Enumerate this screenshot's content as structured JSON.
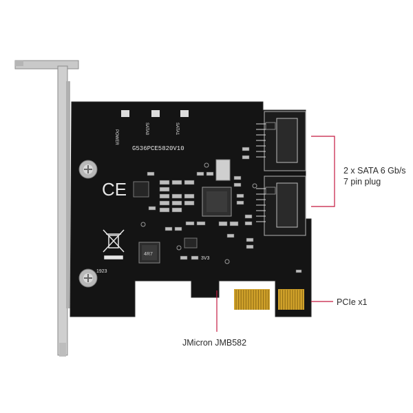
{
  "board": {
    "model_text": "G536PCE5820V10",
    "led_labels": [
      "POWER",
      "SATA0",
      "SATA1"
    ],
    "ce_mark": "CE",
    "date_code": "1923",
    "inductor_code": "4R7",
    "rail_label": "3V3",
    "colors": {
      "pcb": "#141414",
      "gold": "#d4a52a",
      "bracket": "#c8c8c8",
      "silkscreen": "#e6e6e6",
      "callout_line": "#c4173f"
    }
  },
  "callouts": {
    "sata_line1": "2 x SATA 6 Gb/s",
    "sata_line2": "7 pin plug",
    "pcie": "PCIe x1",
    "controller": "JMicron JMB582"
  }
}
